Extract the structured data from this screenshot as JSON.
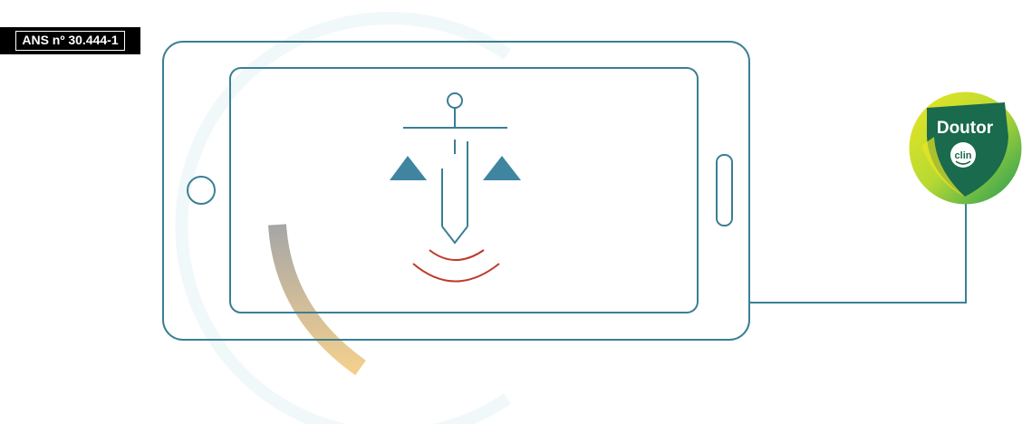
{
  "badge": {
    "text": "ANS nº 30.444-1"
  },
  "logo": {
    "line1": "Doutor",
    "line2": "clin"
  },
  "colors": {
    "outline": "#3a7f95",
    "scale_fill": "#3f85a0",
    "signal_red": "#c0392b",
    "arc_gold": "#e8c58a",
    "arc_gray": "#a8a8a8",
    "logo_green": "#1d9a57",
    "logo_yellow": "#e9e623",
    "logo_dark": "#1a6a4d"
  }
}
